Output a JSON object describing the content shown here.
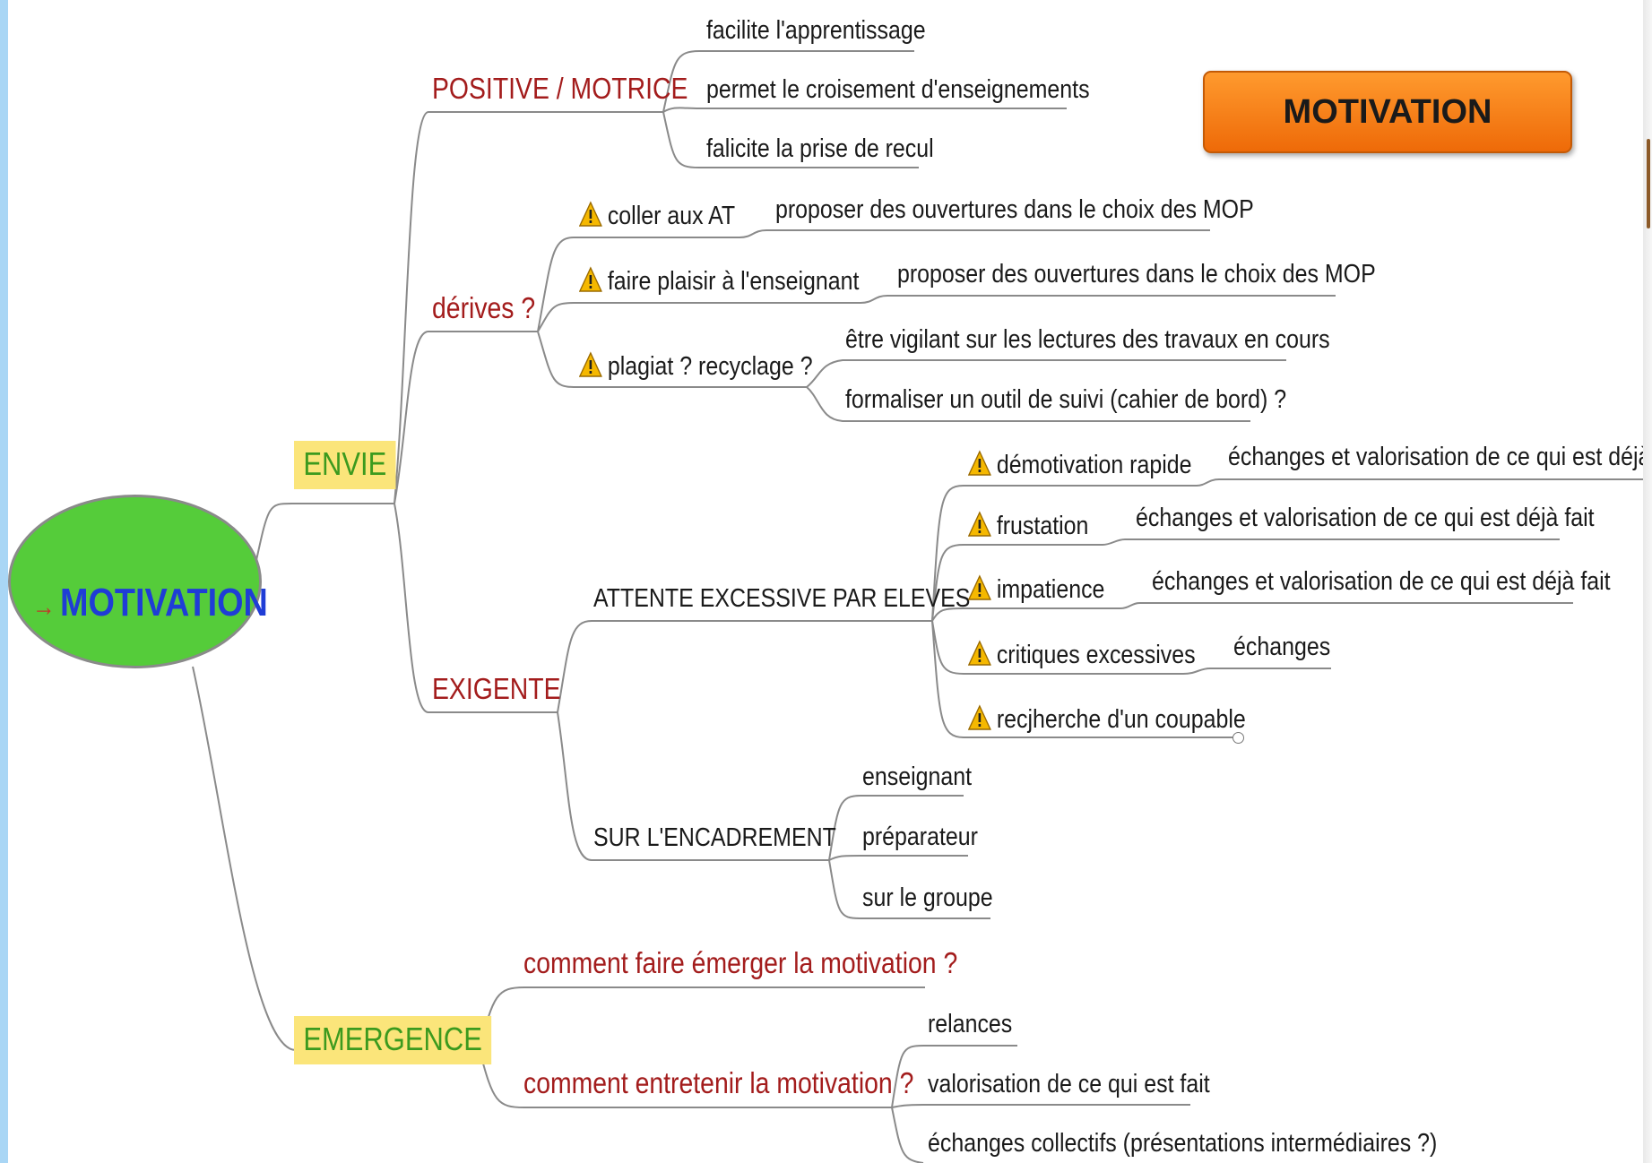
{
  "title_button": "MOTIVATION",
  "root": {
    "label": "MOTIVATION",
    "arrow": "→"
  },
  "topics": {
    "envie": "ENVIE",
    "emergence": "EMERGENCE"
  },
  "envie": {
    "positive": {
      "label": "POSITIVE / MOTRICE",
      "items": [
        "facilite l'apprentissage",
        "permet le croisement d'enseignements",
        "falicite la prise de recul"
      ]
    },
    "derives": {
      "label": "dérives ?",
      "items": [
        {
          "label": "coller aux AT",
          "warning": true,
          "children": [
            "proposer des ouvertures dans le choix des MOP"
          ]
        },
        {
          "label": "faire plaisir à l'enseignant",
          "warning": true,
          "children": [
            "proposer des ouvertures dans le choix des MOP"
          ]
        },
        {
          "label": "plagiat ? recyclage ?",
          "warning": true,
          "children": [
            "être vigilant sur les lectures des travaux en cours",
            "formaliser un outil de suivi (cahier de bord) ?"
          ]
        }
      ]
    },
    "exigente": {
      "label": "EXIGENTE",
      "attente": {
        "label": "ATTENTE EXCESSIVE PAR ELEVES",
        "items": [
          {
            "label": "démotivation rapide",
            "warning": true,
            "child": "échanges et valorisation de ce qui est déjà fait"
          },
          {
            "label": "frustation",
            "warning": true,
            "child": "échanges et valorisation de ce qui est déjà fait"
          },
          {
            "label": "impatience",
            "warning": true,
            "child": "échanges et valorisation de ce qui est déjà fait"
          },
          {
            "label": "critiques excessives",
            "warning": true,
            "child": "échanges"
          },
          {
            "label": "recjherche d'un coupable",
            "warning": true,
            "child": ""
          }
        ]
      },
      "encadrement": {
        "label": "SUR L'ENCADREMENT",
        "items": [
          "enseignant",
          "préparateur",
          "sur le groupe"
        ]
      }
    }
  },
  "emergence": {
    "faire": "comment faire émerger la motivation ?",
    "entretenir": {
      "label": "comment entretenir la motivation ?",
      "items": [
        "relances",
        "valorisation de ce qui est fait",
        "échanges collectifs (présentations intermédiaires ?)"
      ]
    }
  },
  "colors": {
    "root_fill": "#55cc3a",
    "root_text": "#1f3dd6",
    "topic_fill": "#fbe57a",
    "topic_text": "#3c9a1e",
    "branch_red": "#a31c1c",
    "title_fill": "#f07a10",
    "warning_fill": "#f5b800"
  },
  "icons": {
    "warning": "warning-triangle-icon",
    "root_arrow": "arrow-right-icon"
  }
}
